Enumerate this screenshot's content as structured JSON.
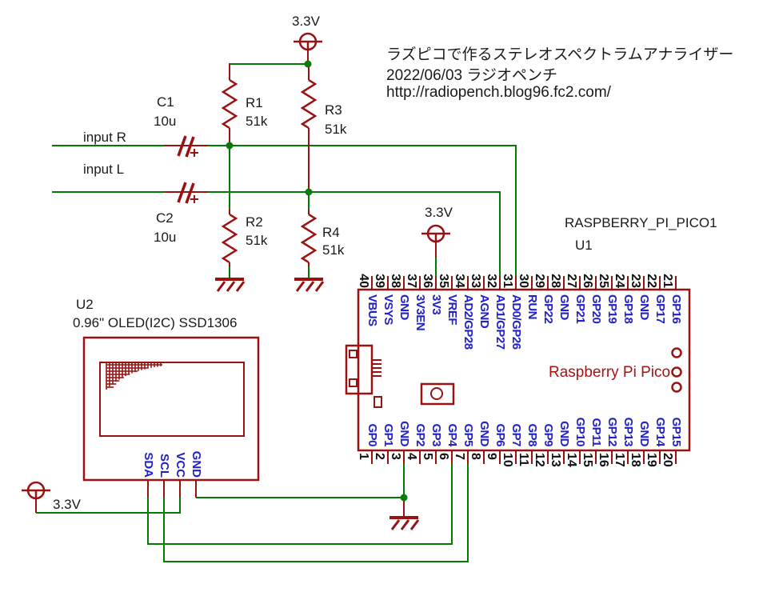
{
  "title_block": {
    "line1": "ラズピコで作るステレオスペクトラムアナライザー",
    "line2": "2022/06/03 ラジオペンチ",
    "line3": "http://radiopench.blog96.fc2.com/"
  },
  "inputs": {
    "input_r": "input R",
    "input_l": "input L"
  },
  "power": {
    "v33_top": "3.3V",
    "v33_mid": "3.3V",
    "v33_bottom": "3.3V"
  },
  "components": {
    "r1": {
      "ref": "R1",
      "value": "51k"
    },
    "r2": {
      "ref": "R2",
      "value": "51k"
    },
    "r3": {
      "ref": "R3",
      "value": "51k"
    },
    "r4": {
      "ref": "R4",
      "value": "51k"
    },
    "c1": {
      "ref": "C1",
      "value": "10u"
    },
    "c2": {
      "ref": "C2",
      "value": "10u"
    },
    "u1": {
      "ref": "U1",
      "part": "RASPBERRY_PI_PICO1",
      "board_label": "Raspberry Pi Pico"
    },
    "u2": {
      "ref": "U2",
      "part": "0.96\" OLED(I2C) SSD1306",
      "pins": [
        "SDA",
        "SCL",
        "VCC",
        "GND"
      ]
    }
  },
  "colors": {
    "wire": "#007a00",
    "component": "#991111",
    "pin_name": "#2121cc",
    "text": "#1a1a1a"
  },
  "pico_pins": {
    "top": [
      {
        "num": "40",
        "name": "VBUS"
      },
      {
        "num": "39",
        "name": "VSYS"
      },
      {
        "num": "38",
        "name": "GND"
      },
      {
        "num": "37",
        "name": "3V3EN"
      },
      {
        "num": "36",
        "name": "3V3"
      },
      {
        "num": "35",
        "name": "VREF"
      },
      {
        "num": "34",
        "name": "AD2/GP28"
      },
      {
        "num": "33",
        "name": "AGND"
      },
      {
        "num": "32",
        "name": "AD1/GP27"
      },
      {
        "num": "31",
        "name": "AD0/GP26"
      },
      {
        "num": "30",
        "name": "RUN"
      },
      {
        "num": "29",
        "name": "GP22"
      },
      {
        "num": "28",
        "name": "GND"
      },
      {
        "num": "27",
        "name": "GP21"
      },
      {
        "num": "26",
        "name": "GP20"
      },
      {
        "num": "25",
        "name": "GP19"
      },
      {
        "num": "24",
        "name": "GP18"
      },
      {
        "num": "23",
        "name": "GND"
      },
      {
        "num": "22",
        "name": "GP17"
      },
      {
        "num": "21",
        "name": "GP16"
      }
    ],
    "bottom": [
      {
        "num": "1",
        "name": "GP0"
      },
      {
        "num": "2",
        "name": "GP1"
      },
      {
        "num": "3",
        "name": "GND"
      },
      {
        "num": "4",
        "name": "GP2"
      },
      {
        "num": "5",
        "name": "GP3"
      },
      {
        "num": "6",
        "name": "GP4"
      },
      {
        "num": "7",
        "name": "GP5"
      },
      {
        "num": "8",
        "name": "GND"
      },
      {
        "num": "9",
        "name": "GP6"
      },
      {
        "num": "10",
        "name": "GP7"
      },
      {
        "num": "11",
        "name": "GP8"
      },
      {
        "num": "12",
        "name": "GP9"
      },
      {
        "num": "13",
        "name": "GND"
      },
      {
        "num": "14",
        "name": "GP10"
      },
      {
        "num": "15",
        "name": "GP11"
      },
      {
        "num": "16",
        "name": "GP12"
      },
      {
        "num": "17",
        "name": "GP13"
      },
      {
        "num": "18",
        "name": "GND"
      },
      {
        "num": "19",
        "name": "GP14"
      },
      {
        "num": "20",
        "name": "GP15"
      }
    ]
  }
}
